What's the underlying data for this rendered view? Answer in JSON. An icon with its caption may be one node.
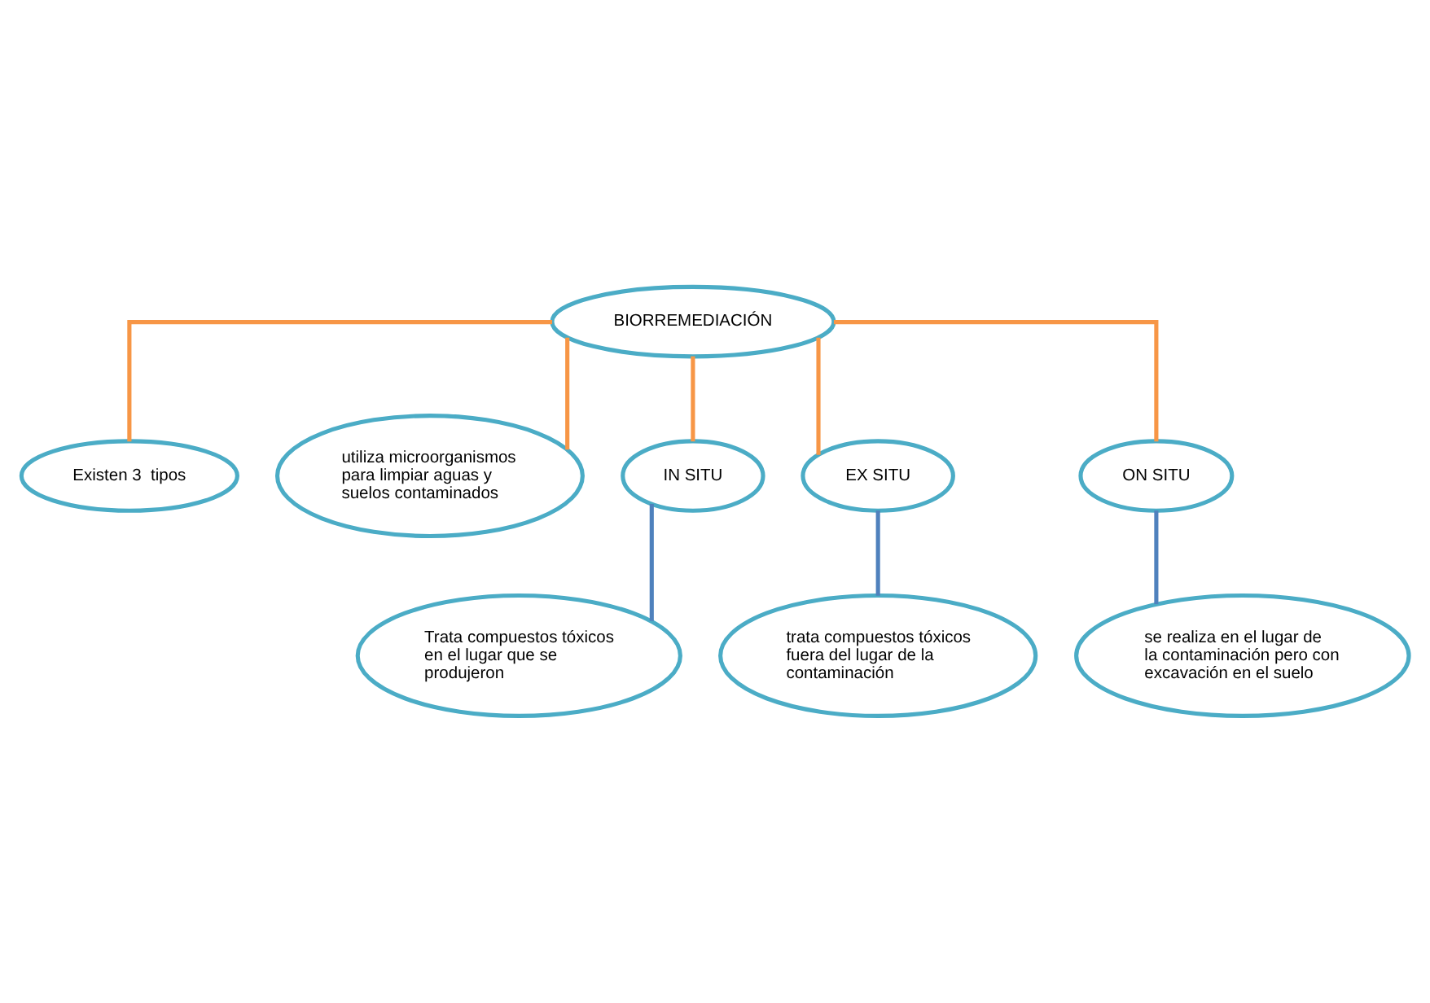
{
  "diagram": {
    "nodes": [
      {
        "text": [
          "BIORREMEDIACIÓN"
        ]
      },
      {
        "text": [
          "Existen 3  tipos"
        ]
      },
      {
        "text": [
          "utiliza microorganismos para limpiar aguas y suelos contaminados"
        ]
      },
      {
        "text": [
          "IN SITU"
        ]
      },
      {
        "text": [
          "EX SITU"
        ]
      },
      {
        "text": [
          "ON SITU"
        ]
      },
      {
        "text": [
          "Trata compuestos tóxicos en el lugar que se produjeron"
        ]
      },
      {
        "text": [
          "trata compuestos tóxicos fuera del lugar de la contaminación"
        ]
      },
      {
        "text": [
          "se realiza en el lugar de la contaminación pero con excavación en el suelo"
        ]
      }
    ],
    "edges": [
      {
        "from": 0,
        "to": 1,
        "arrow": "none"
      },
      {
        "from": 0,
        "to": 2,
        "arrow": "none"
      },
      {
        "from": 0,
        "to": 3,
        "arrow": "none"
      },
      {
        "from": 0,
        "to": 4,
        "arrow": "none"
      },
      {
        "from": 0,
        "to": 5,
        "arrow": "none"
      },
      {
        "from": 3,
        "to": 6,
        "arrow": "none",
        "color": "#4f81bd"
      },
      {
        "from": 4,
        "to": 7,
        "arrow": "none",
        "color": "#4f81bd"
      },
      {
        "from": 5,
        "to": 8,
        "arrow": "none",
        "color": "#4f81bd"
      }
    ]
  }
}
